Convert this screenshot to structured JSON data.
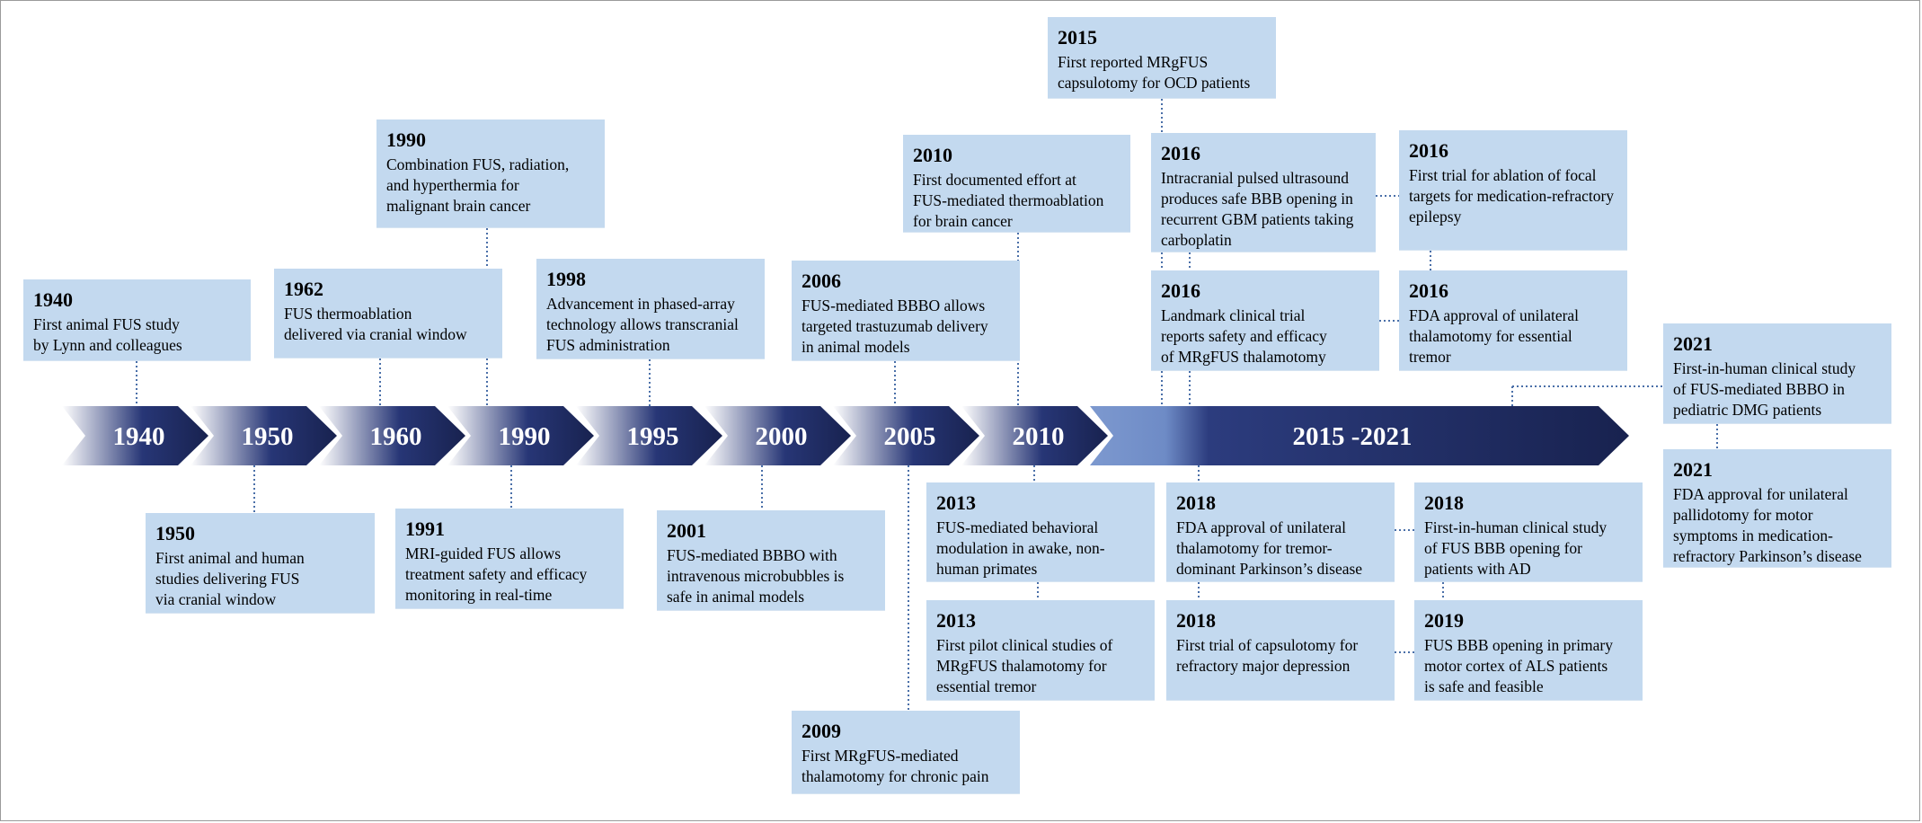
{
  "segments": [
    {
      "label": "1940"
    },
    {
      "label": "1950"
    },
    {
      "label": "1960"
    },
    {
      "label": "1990"
    },
    {
      "label": "1995"
    },
    {
      "label": "2000"
    },
    {
      "label": "2005"
    },
    {
      "label": "2010"
    },
    {
      "label": "2015 -2021"
    }
  ],
  "events": [
    {
      "id": "e1940",
      "year": "1940",
      "lines": [
        "First animal FUS study",
        "by Lynn and colleagues"
      ]
    },
    {
      "id": "e1962",
      "year": "1962",
      "lines": [
        "FUS thermoablation",
        "delivered via cranial window"
      ]
    },
    {
      "id": "e1990",
      "year": "1990",
      "lines": [
        "Combination FUS, radiation,",
        "and hyperthermia for",
        "malignant brain cancer"
      ]
    },
    {
      "id": "e1998",
      "year": "1998",
      "lines": [
        "Advancement in phased-array",
        "technology allows transcranial",
        "FUS administration"
      ]
    },
    {
      "id": "e2006",
      "year": "2006",
      "lines": [
        "FUS-mediated BBBO allows",
        "targeted trastuzumab delivery",
        "in animal models"
      ]
    },
    {
      "id": "e2010",
      "year": "2010",
      "lines": [
        "First documented effort at",
        "FUS-mediated thermoablation",
        "for brain cancer"
      ]
    },
    {
      "id": "e2015",
      "year": "2015",
      "lines": [
        "First reported MRgFUS",
        "capsulotomy for OCD patients"
      ]
    },
    {
      "id": "e2016a",
      "year": "2016",
      "lines": [
        "Intracranial pulsed ultrasound",
        "produces safe BBB opening in",
        "recurrent GBM patients taking",
        "carboplatin"
      ]
    },
    {
      "id": "e2016b",
      "year": "2016",
      "lines": [
        "First trial for ablation of focal",
        "targets for medication-refractory",
        "epilepsy"
      ]
    },
    {
      "id": "e2016c",
      "year": "2016",
      "lines": [
        "Landmark clinical trial",
        "reports safety and efficacy",
        "of MRgFUS thalamotomy"
      ]
    },
    {
      "id": "e2016d",
      "year": "2016",
      "lines": [
        "FDA approval of unilateral",
        "thalamotomy for essential",
        "tremor"
      ]
    },
    {
      "id": "e2021a",
      "year": "2021",
      "lines": [
        "First-in-human clinical study",
        "of FUS-mediated BBBO in",
        "pediatric DMG patients"
      ]
    },
    {
      "id": "e2021b",
      "year": "2021",
      "lines": [
        "FDA approval for unilateral",
        "pallidotomy for motor",
        "symptoms in medication-",
        "refractory Parkinson’s disease"
      ]
    },
    {
      "id": "e1950",
      "year": "1950",
      "lines": [
        "First animal and human",
        "studies delivering FUS",
        "via cranial window"
      ]
    },
    {
      "id": "e1991",
      "year": "1991",
      "lines": [
        "MRI-guided FUS allows",
        "treatment safety and efficacy",
        "monitoring in real-time"
      ]
    },
    {
      "id": "e2001",
      "year": "2001",
      "lines": [
        "FUS-mediated BBBO with",
        "intravenous microbubbles is",
        "safe in animal models"
      ]
    },
    {
      "id": "e2013a",
      "year": "2013",
      "lines": [
        "FUS-mediated behavioral",
        "modulation in awake, non-",
        "human primates"
      ]
    },
    {
      "id": "e2013b",
      "year": "2013",
      "lines": [
        "First pilot clinical studies of",
        "MRgFUS thalamotomy for",
        "essential tremor"
      ]
    },
    {
      "id": "e2009",
      "year": "2009",
      "lines": [
        "First MRgFUS-mediated",
        "thalamotomy for chronic pain"
      ]
    },
    {
      "id": "e2018a",
      "year": "2018",
      "lines": [
        "FDA approval of unilateral",
        "thalamotomy for tremor-",
        "dominant Parkinson’s disease"
      ]
    },
    {
      "id": "e2018b",
      "year": "2018",
      "lines": [
        "First-in-human clinical study",
        "of FUS BBB opening for",
        "patients with AD"
      ]
    },
    {
      "id": "e2018c",
      "year": "2018",
      "lines": [
        "First trial of capsulotomy for",
        "refractory major depression"
      ]
    },
    {
      "id": "e2019",
      "year": "2019",
      "lines": [
        "FUS BBB opening in primary",
        "motor cortex of ALS patients",
        "is safe and feasible"
      ]
    }
  ],
  "colors": {
    "box_fill": "#c3d9ef",
    "arrow_dark": "#1a2456",
    "arrow_light": "#ffffff",
    "connector": "#4a6fa8"
  }
}
